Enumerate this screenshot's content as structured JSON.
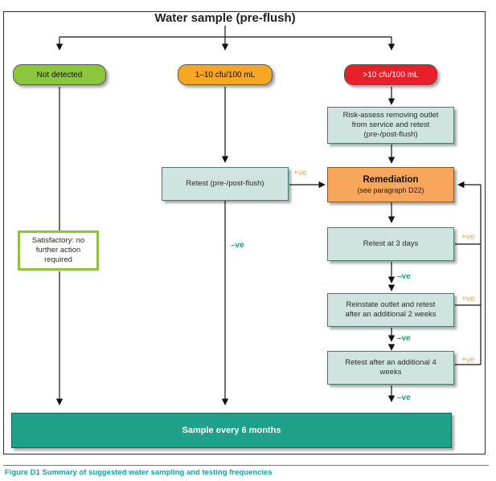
{
  "diagram": {
    "title": "Water sample (pre-flush)",
    "outcomes": {
      "not_detected": "Not detected",
      "low": "1–10 cfu/100 mL",
      "high": ">10 cfu/100 mL"
    },
    "risk_assess": "Risk-assess removing outlet from service and retest (pre-/post-flush)",
    "retest_prepost": "Retest (pre-/post-flush)",
    "remediation_title": "Remediation",
    "remediation_sub": "(see paragraph D22)",
    "satisfactory": "Satisfactory: no further action required",
    "retest_3days": "Retest at 3 days",
    "reinstate": "Reinstate outlet and retest after an additional 2 weeks",
    "retest_4weeks": "Retest after an additional 4 weeks",
    "sample_every": "Sample every 6 months",
    "positive_label": "+ve",
    "negative_label": "–ve"
  },
  "caption": "Figure D1 Summary of suggested water sampling and testing frequencies",
  "colors": {
    "frame": "#2a2a2a",
    "pill_green": "#8cc63f",
    "pill_amber": "#f5a623",
    "pill_red": "#e8202a",
    "box_fill": "#cfe4df",
    "remediation_fill": "#f7a65b",
    "sample_fill": "#1fa088",
    "caption": "#1aa0a8",
    "positive": "#f0a050",
    "negative": "#17a080"
  }
}
